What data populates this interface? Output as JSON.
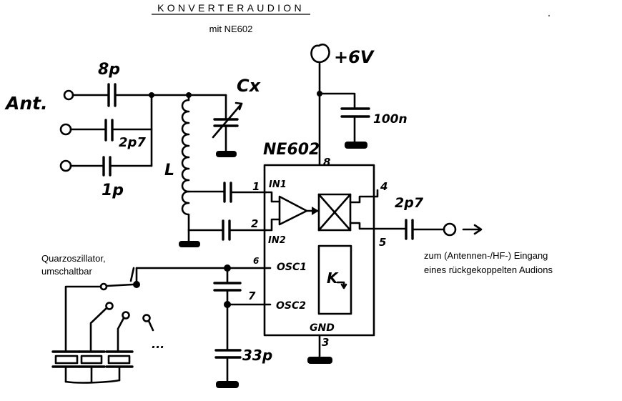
{
  "title": "KONVERTERAUDION",
  "subtitle": "mit NE602",
  "labels": {
    "ant": "Ant.",
    "c1": "8p",
    "c2": "2p7",
    "c3": "1p",
    "inductor": "L",
    "trimmer": "Cx",
    "supply": "+6V",
    "decoupling": "100n",
    "ic": "NE602",
    "out_cap": "2p7",
    "osc_cap": "33p",
    "crystal_note_line1": "Quarzoszillator,",
    "crystal_note_line2": "umschaltbar",
    "output_note_line1": "zum (Antennen-/HF-) Eingang",
    "output_note_line2": "eines rückgekoppelten Audions",
    "dots": "..."
  },
  "pins": {
    "p1": "1",
    "p2": "2",
    "p3": "3",
    "p4": "4",
    "p5": "5",
    "p6": "6",
    "p7": "7",
    "p8": "8",
    "in1": "IN1",
    "in2": "IN2",
    "osc1": "OSC1",
    "osc2": "OSC2",
    "gnd": "GND",
    "k": "K"
  }
}
